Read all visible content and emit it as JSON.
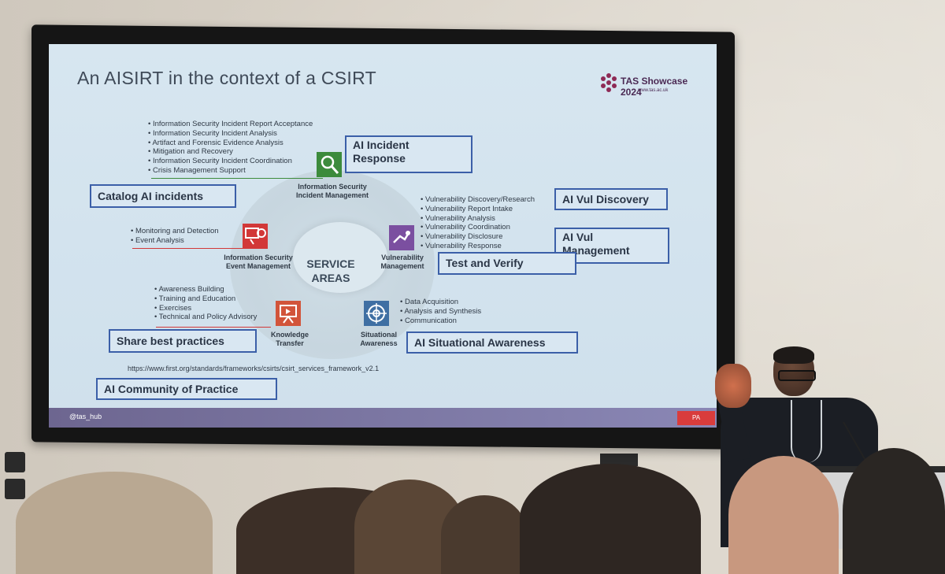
{
  "slide": {
    "title": "An AISIRT in the context of a CSIRT",
    "logo_text": "TAS Showcase 2024",
    "logo_url": "www.tas.ac.uk",
    "center_label_line1": "SERVICE",
    "center_label_line2": "AREAS",
    "reference_url": "https://www.first.org/standards/frameworks/csirts/csirt_services_framework_v2.1",
    "footer_handle": "@tas_hub",
    "footer_page": "PA"
  },
  "service_areas": {
    "incident": {
      "category_line1": "Information Security",
      "category_line2": "Incident Management",
      "items": [
        "Information Security Incident Report Acceptance",
        "Information Security Incident Analysis",
        "Artifact and Forensic Evidence Analysis",
        "Mitigation and Recovery",
        "Information Security Incident Coordination",
        "Crisis Management Support"
      ]
    },
    "event": {
      "category_line1": "Information Security",
      "category_line2": "Event Management",
      "items": [
        "Monitoring and Detection",
        "Event Analysis"
      ]
    },
    "vulnerability": {
      "category_line1": "Vulnerability",
      "category_line2": "Management",
      "items": [
        "Vulnerability Discovery/Research",
        "Vulnerability Report Intake",
        "Vulnerability Analysis",
        "Vulnerability Coordination",
        "Vulnerability Disclosure",
        "Vulnerability Response"
      ]
    },
    "knowledge": {
      "category_line1": "Knowledge",
      "category_line2": "Transfer",
      "items": [
        "Awareness Building",
        "Training and Education",
        "Exercises",
        "Technical and Policy Advisory"
      ]
    },
    "situational": {
      "category_line1": "Situational",
      "category_line2": "Awareness",
      "items": [
        "Data Acquisition",
        "Analysis and Synthesis",
        "Communication"
      ]
    }
  },
  "callouts": {
    "ai_incident_response_line1": "AI Incident",
    "ai_incident_response_line2": "Response",
    "catalog": "Catalog AI incidents",
    "vul_discovery": "AI Vul Discovery",
    "vul_management_line1": "AI Vul",
    "vul_management_line2": "Management",
    "test_verify": "Test and Verify",
    "share": "Share best practices",
    "situational": "AI Situational Awareness",
    "community": "AI Community of Practice"
  },
  "colors": {
    "callout_border": "#3b5fa8",
    "footer_accent": "#d93c3c",
    "footer_bar": "#7a76a3"
  }
}
